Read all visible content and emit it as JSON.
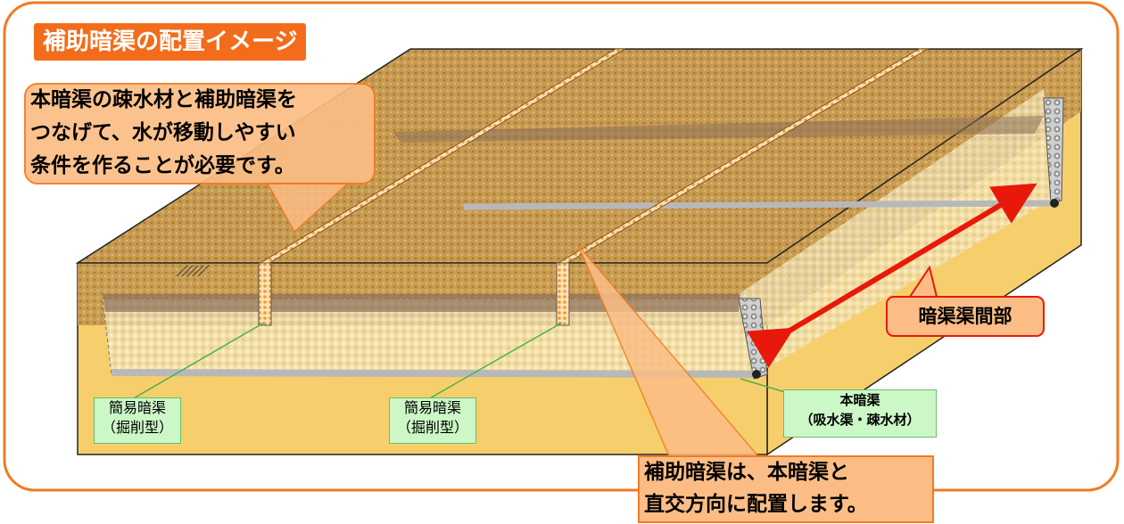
{
  "title": "補助暗渠の配置イメージ",
  "callout_top": {
    "lines": [
      "本暗渠の疎水材と補助暗渠を",
      "つなげて、水が移動しやすい",
      "条件を作ることが必要です。"
    ]
  },
  "callout_bottom": {
    "lines": [
      "補助暗渠は、本暗渠と",
      "直交方向に配置します。"
    ]
  },
  "spacing_label": "暗渠渠間部",
  "simple_drain_left": {
    "line1": "簡易暗渠",
    "line2": "（掘削型）"
  },
  "simple_drain_right": {
    "line1": "簡易暗渠",
    "line2": "（掘削型）"
  },
  "main_drain": {
    "line1": "本暗渠",
    "line2": "（吸水渠・疎水材）"
  },
  "colors": {
    "accent_orange": "#f36c1b",
    "callout_fill": "#fbbd85",
    "soil_top": "#c99a4e",
    "soil_front": "#f6cf6c",
    "arrow_red": "#e8190b",
    "green_label": "#ccf7c7"
  }
}
